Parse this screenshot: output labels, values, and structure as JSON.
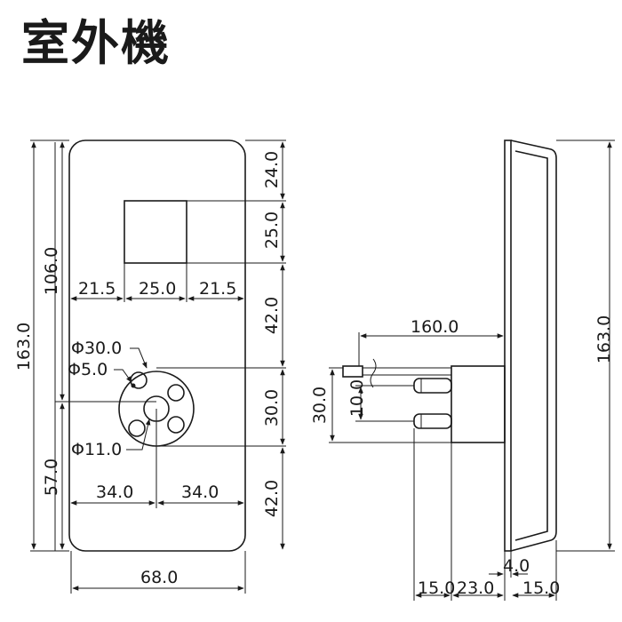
{
  "title": "室外機",
  "front": {
    "top_24": "24.0",
    "window_25": "25.0",
    "gap_42_upper": "42.0",
    "hole_30": "30.0",
    "bottom_42": "42.0",
    "total_height": "163.0",
    "upper_106": "106.0",
    "lower_57": "57.0",
    "w_left": "21.5",
    "w_mid": "25.0",
    "w_right": "21.5",
    "left_34": "34.0",
    "right_34": "34.0",
    "total_width": "68.0",
    "phi30": "Φ30.0",
    "phi5": "Φ5.0",
    "phi11": "Φ11.0"
  },
  "side": {
    "depth_160": "160.0",
    "total_height": "163.0",
    "h30": "30.0",
    "h10": "10.0",
    "d4": "4.0",
    "d15a": "15.0",
    "d23": "23.0",
    "d15b": "15.0"
  }
}
